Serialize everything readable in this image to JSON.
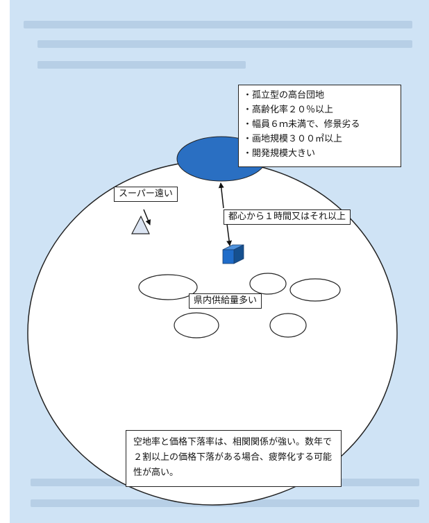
{
  "features": [
    "孤立型の高台団地",
    "高齢化率２０％以上",
    "幅員６ｍ未満で、修景劣る",
    "画地規模３００㎡以上",
    "開発規模大きい"
  ],
  "labels": {
    "supermarket": "スーパー遠い",
    "commute": "都心から１時間又はそれ以上",
    "supply": "県内供給量多い"
  },
  "summary": "空地率と価格下落率は、相関関係が強い。数年で２割以上の価格下落がある場合、疲弊化する可能性が高い。",
  "colors": {
    "background": "#cfe3f5",
    "housing_area": "#2a6fc2",
    "building": "#1f6cc9",
    "triangle": "#dbe4f2"
  }
}
